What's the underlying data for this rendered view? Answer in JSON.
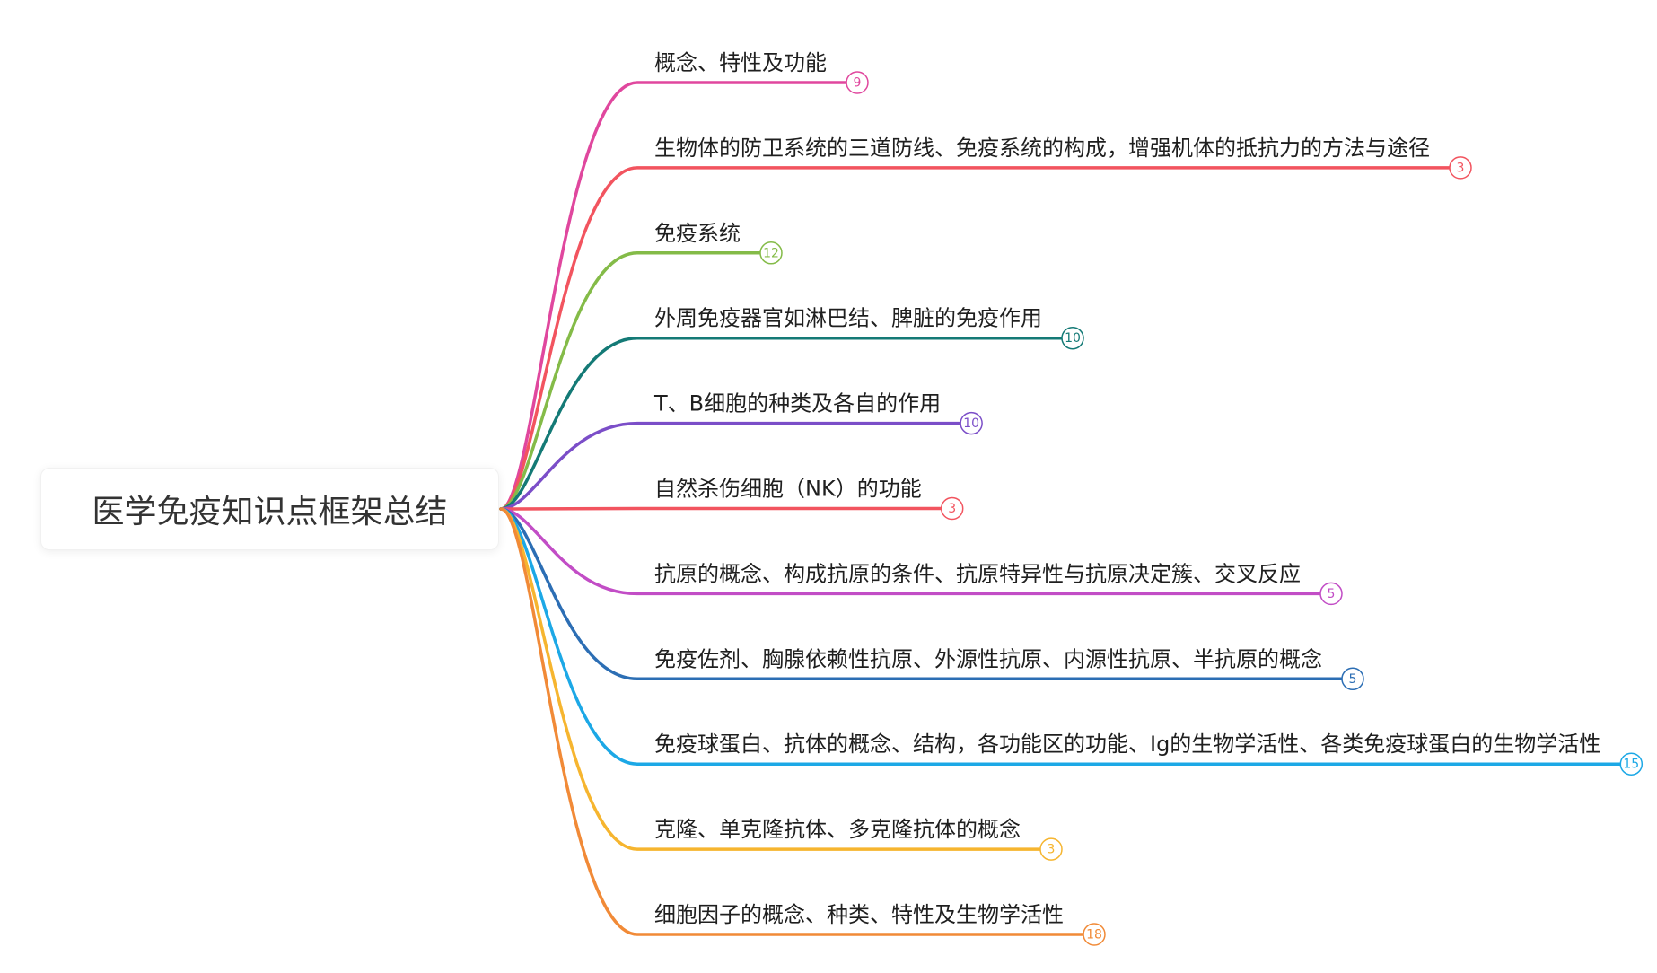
{
  "root": {
    "label": "医学免疫知识点框架总结"
  },
  "branches": [
    {
      "label": "概念、特性及功能",
      "count": 9,
      "color": "#e0479e"
    },
    {
      "label": "生物体的防卫系统的三道防线、免疫系统的构成，增强机体的抵抗力的方法与途径",
      "count": 3,
      "color": "#f2545f"
    },
    {
      "label": "免疫系统",
      "count": 12,
      "color": "#84bb48"
    },
    {
      "label": "外周免疫器官如淋巴结、脾脏的免疫作用",
      "count": 10,
      "color": "#147a76"
    },
    {
      "label": "T、B细胞的种类及各自的作用",
      "count": 10,
      "color": "#7b4ec8"
    },
    {
      "label": "自然杀伤细胞（NK）的功能",
      "count": 3,
      "color": "#f2545f"
    },
    {
      "label": "抗原的概念、构成抗原的条件、抗原特异性与抗原决定簇、交叉反应",
      "count": 5,
      "color": "#c24dc6"
    },
    {
      "label": "免疫佐剂、胸腺依赖性抗原、外源性抗原、内源性抗原、半抗原的概念",
      "count": 5,
      "color": "#2c6eb4"
    },
    {
      "label": "免疫球蛋白、抗体的概念、结构，各功能区的功能、Ig的生物学活性、各类免疫球蛋白的生物学活性",
      "count": 15,
      "color": "#1ca8e6"
    },
    {
      "label": "克隆、单克隆抗体、多克隆抗体的概念",
      "count": 3,
      "color": "#f6b52f"
    },
    {
      "label": "细胞因子的概念、种类、特性及生物学活性",
      "count": 18,
      "color": "#f18a37"
    }
  ]
}
